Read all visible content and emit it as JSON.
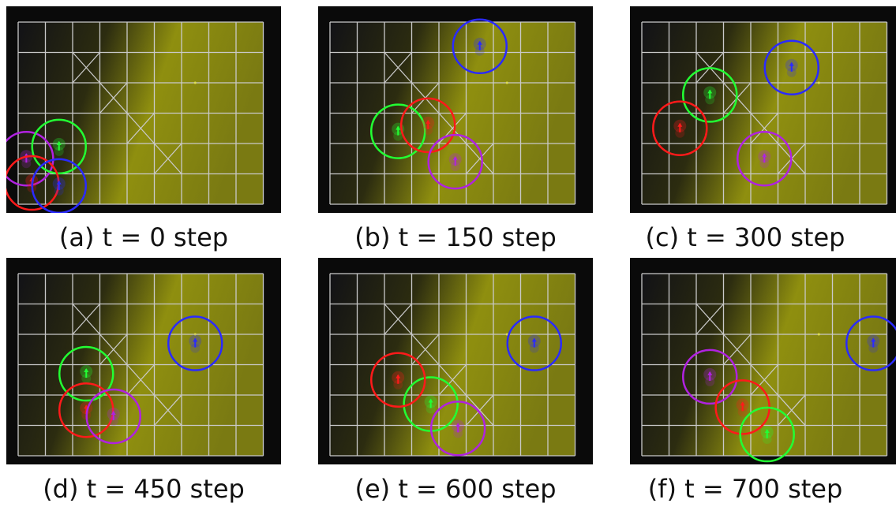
{
  "colors": {
    "background": "#0a0a0a",
    "field_dark": "#121216",
    "field_bright": "#8f8f0f",
    "grid": "#c9c9c9",
    "agents": {
      "red": "#ff1a1a",
      "green": "#22ff33",
      "blue": "#2a2aff",
      "purple": "#b022e0"
    }
  },
  "grid": {
    "cols": 9,
    "rows": 6,
    "obstacle_cells": [
      [
        2,
        1
      ],
      [
        3,
        2
      ],
      [
        4,
        3
      ],
      [
        5,
        4
      ]
    ]
  },
  "panels": [
    {
      "caption": "(a) t = 0 step",
      "agents": [
        {
          "color": "purple",
          "col": 0.3,
          "row": 4.5
        },
        {
          "color": "green",
          "col": 1.5,
          "row": 4.1
        },
        {
          "color": "red",
          "col": 0.5,
          "row": 5.3
        },
        {
          "color": "blue",
          "col": 1.5,
          "row": 5.4
        }
      ]
    },
    {
      "caption": "(b) t = 150 step",
      "agents": [
        {
          "color": "blue",
          "col": 5.5,
          "row": 0.8
        },
        {
          "color": "green",
          "col": 2.5,
          "row": 3.6
        },
        {
          "color": "red",
          "col": 3.6,
          "row": 3.4
        },
        {
          "color": "purple",
          "col": 4.6,
          "row": 4.6
        }
      ]
    },
    {
      "caption": "(c) t = 300 step",
      "agents": [
        {
          "color": "blue",
          "col": 5.5,
          "row": 1.5
        },
        {
          "color": "green",
          "col": 2.5,
          "row": 2.4
        },
        {
          "color": "red",
          "col": 1.4,
          "row": 3.5
        },
        {
          "color": "purple",
          "col": 4.5,
          "row": 4.5
        }
      ]
    },
    {
      "caption": "(d) t = 450 step",
      "agents": [
        {
          "color": "blue",
          "col": 6.5,
          "row": 2.3
        },
        {
          "color": "green",
          "col": 2.5,
          "row": 3.3
        },
        {
          "color": "red",
          "col": 2.5,
          "row": 4.5
        },
        {
          "color": "purple",
          "col": 3.5,
          "row": 4.7
        }
      ]
    },
    {
      "caption": "(e) t = 600 step",
      "agents": [
        {
          "color": "blue",
          "col": 7.5,
          "row": 2.3
        },
        {
          "color": "green",
          "col": 3.7,
          "row": 4.3
        },
        {
          "color": "red",
          "col": 2.5,
          "row": 3.5
        },
        {
          "color": "purple",
          "col": 4.7,
          "row": 5.1
        }
      ]
    },
    {
      "caption": "(f) t = 700 step",
      "agents": [
        {
          "color": "blue",
          "col": 8.5,
          "row": 2.3
        },
        {
          "color": "purple",
          "col": 2.5,
          "row": 3.4
        },
        {
          "color": "red",
          "col": 3.7,
          "row": 4.4
        },
        {
          "color": "green",
          "col": 4.6,
          "row": 5.3
        }
      ]
    }
  ]
}
